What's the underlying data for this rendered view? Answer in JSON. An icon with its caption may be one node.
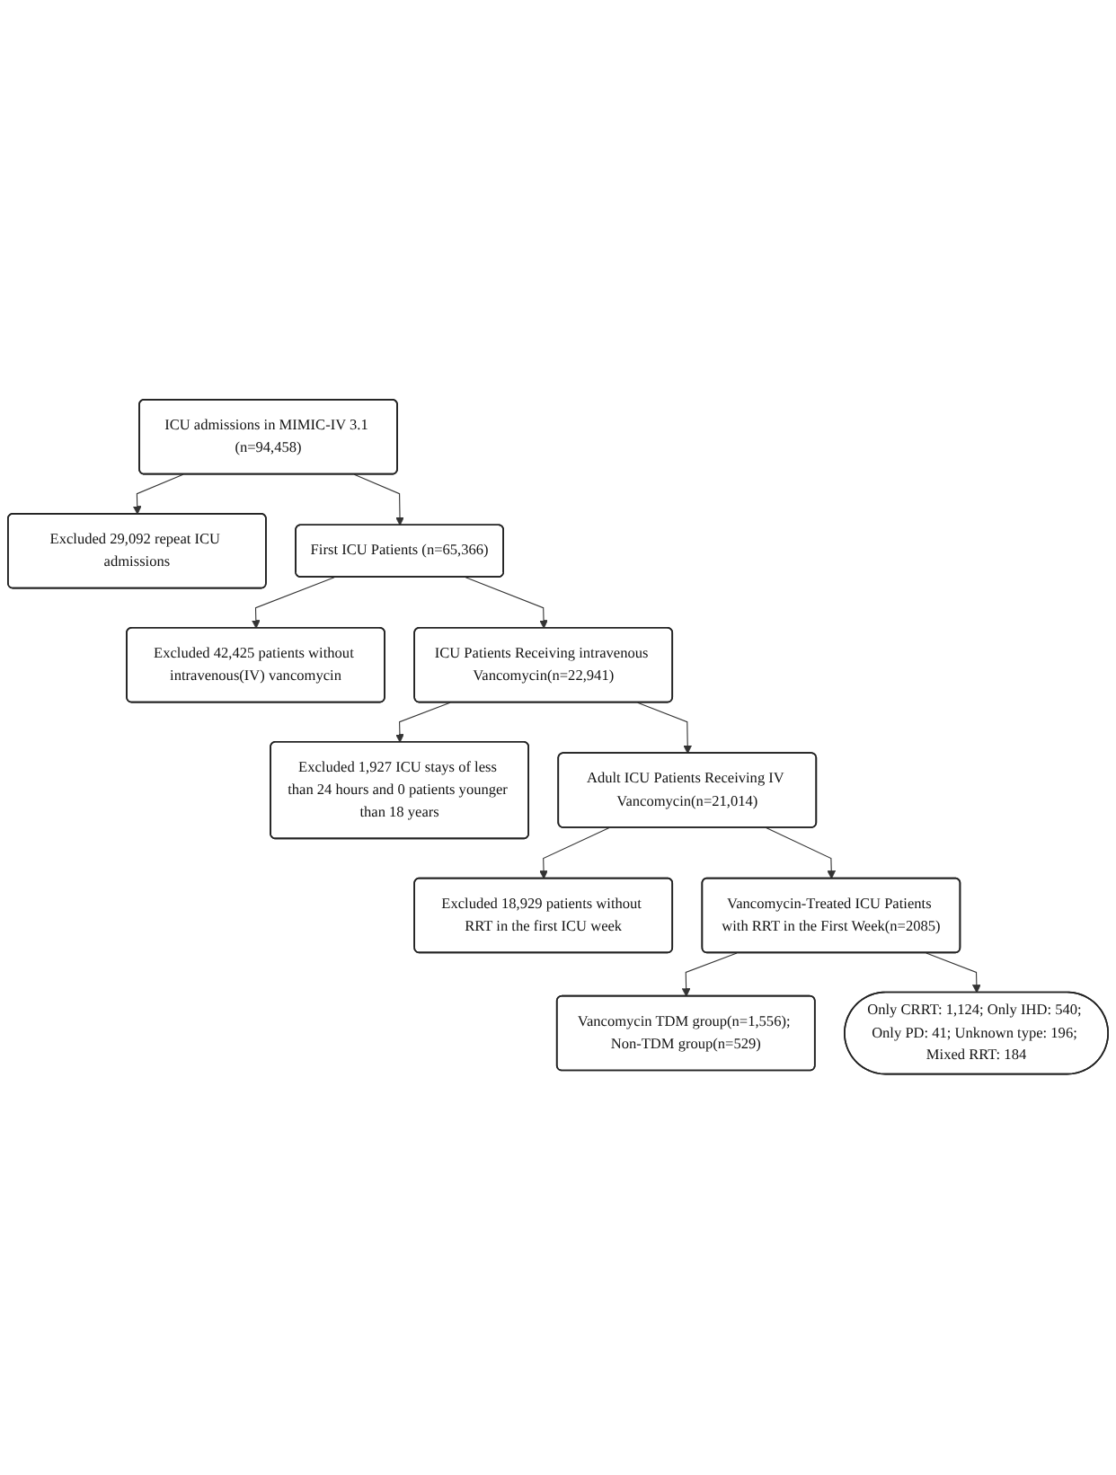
{
  "diagram": {
    "nodes": [
      {
        "text": [
          "ICU admissions in MIMIC-IV 3.1 (n=94,458)"
        ]
      },
      {
        "text": [
          "Excluded 29,092 repeat ICU admissions"
        ]
      },
      {
        "text": [
          "First ICU Patients (n=65,366)"
        ]
      },
      {
        "text": [
          "Excluded 42,425 patients without intravenous(IV) vancomycin"
        ]
      },
      {
        "text": [
          "ICU Patients Receiving intravenous Vancomycin(n=22,941)"
        ]
      },
      {
        "text": [
          "Excluded 1,927 ICU stays of less than 24 hours and 0 patients younger than 18 years"
        ]
      },
      {
        "text": [
          "Adult ICU Patients Receiving IV Vancomycin(n=21,014)"
        ]
      },
      {
        "text": [
          "Excluded 18,929 patients without RRT in the first ICU week"
        ]
      },
      {
        "text": [
          "Vancomycin-Treated ICU Patients with RRT in the First Week(n=2085)"
        ]
      },
      {
        "text": [
          "Vancomycin TDM group(n=1,556); Non-TDM group(n=529)"
        ]
      },
      {
        "text": [
          "Only CRRT: 1,124; Only IHD: 540; Only PD: 41; Unknown type: 196; Mixed RRT: 184"
        ]
      }
    ],
    "edges": [
      {
        "from": 0,
        "to": 2,
        "arrow": "to"
      },
      {
        "from": 0,
        "to": 1,
        "arrow": "to"
      },
      {
        "from": 2,
        "to": 4,
        "arrow": "to"
      },
      {
        "from": 2,
        "to": 3,
        "arrow": "to"
      },
      {
        "from": 4,
        "to": 6,
        "arrow": "to"
      },
      {
        "from": 4,
        "to": 5,
        "arrow": "to"
      },
      {
        "from": 6,
        "to": 8,
        "arrow": "to"
      },
      {
        "from": 6,
        "to": 7,
        "arrow": "to"
      },
      {
        "from": 8,
        "to": 9,
        "arrow": "to"
      },
      {
        "from": 8,
        "to": 10,
        "arrow": "to"
      }
    ]
  }
}
